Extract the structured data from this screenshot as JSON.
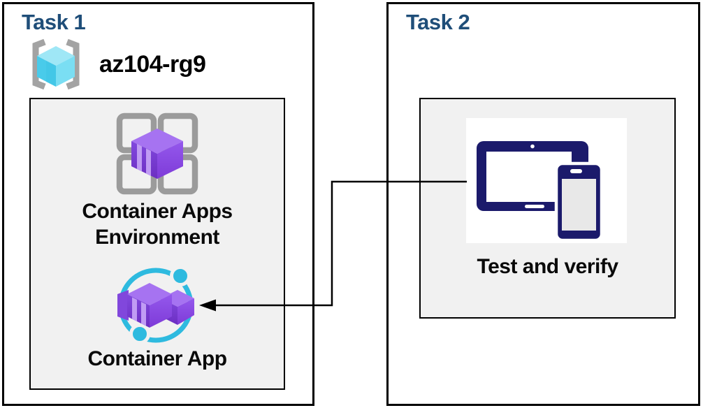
{
  "task1": {
    "title": "Task 1",
    "resource_group": {
      "name": "az104-rg9",
      "icon": "resource-group-icon"
    },
    "items": [
      {
        "label": "Container Apps Environment",
        "icon": "container-apps-environment-icon"
      },
      {
        "label": "Container App",
        "icon": "container-app-icon"
      }
    ]
  },
  "task2": {
    "title": "Task 2",
    "items": [
      {
        "label": "Test and verify",
        "icon": "devices-icon"
      }
    ]
  },
  "connector": {
    "type": "elbow-arrow",
    "from": "devices-icon",
    "to": "container-app-icon"
  },
  "colors": {
    "task_title": "#1F4E79",
    "label_text": "#0A0A0A",
    "border": "#000000",
    "panel_bg": "#F1F1F1",
    "cyan_accent": "#2EBADF",
    "purple_bright": "#8B4BE4",
    "purple_dark": "#7638CC",
    "purple_stripe": "#C09CF4",
    "purple_top": "#A673F1",
    "navy_device": "#1B1A6B",
    "bracket_gray": "#A3A3A3",
    "grid_gray": "#9B9B9B",
    "cube_cyan_top": "#9FE7F6",
    "cube_cyan_left": "#49CBEA",
    "cube_cyan_right": "#7ADEF3"
  }
}
